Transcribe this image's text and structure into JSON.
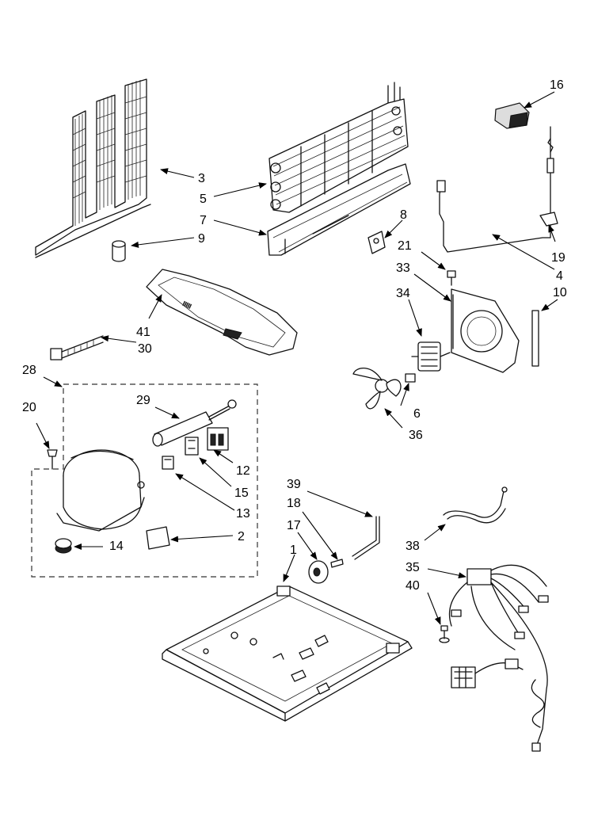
{
  "diagram": {
    "callouts": [
      {
        "id": "c3",
        "label": "3"
      },
      {
        "id": "c5",
        "label": "5"
      },
      {
        "id": "c7",
        "label": "7"
      },
      {
        "id": "c9",
        "label": "9"
      },
      {
        "id": "c16",
        "label": "16"
      },
      {
        "id": "c8",
        "label": "8"
      },
      {
        "id": "c21",
        "label": "21"
      },
      {
        "id": "c33",
        "label": "33"
      },
      {
        "id": "c34",
        "label": "34"
      },
      {
        "id": "c19",
        "label": "19"
      },
      {
        "id": "c4",
        "label": "4"
      },
      {
        "id": "c10",
        "label": "10"
      },
      {
        "id": "c41",
        "label": "41"
      },
      {
        "id": "c30",
        "label": "30"
      },
      {
        "id": "c28",
        "label": "28"
      },
      {
        "id": "c20",
        "label": "20"
      },
      {
        "id": "c29",
        "label": "29"
      },
      {
        "id": "c6",
        "label": "6"
      },
      {
        "id": "c36",
        "label": "36"
      },
      {
        "id": "c12",
        "label": "12"
      },
      {
        "id": "c15",
        "label": "15"
      },
      {
        "id": "c13",
        "label": "13"
      },
      {
        "id": "c14",
        "label": "14"
      },
      {
        "id": "c2",
        "label": "2"
      },
      {
        "id": "c39",
        "label": "39"
      },
      {
        "id": "c18",
        "label": "18"
      },
      {
        "id": "c17",
        "label": "17"
      },
      {
        "id": "c1",
        "label": "1"
      },
      {
        "id": "c38",
        "label": "38"
      },
      {
        "id": "c35",
        "label": "35"
      },
      {
        "id": "c40",
        "label": "40"
      }
    ]
  }
}
